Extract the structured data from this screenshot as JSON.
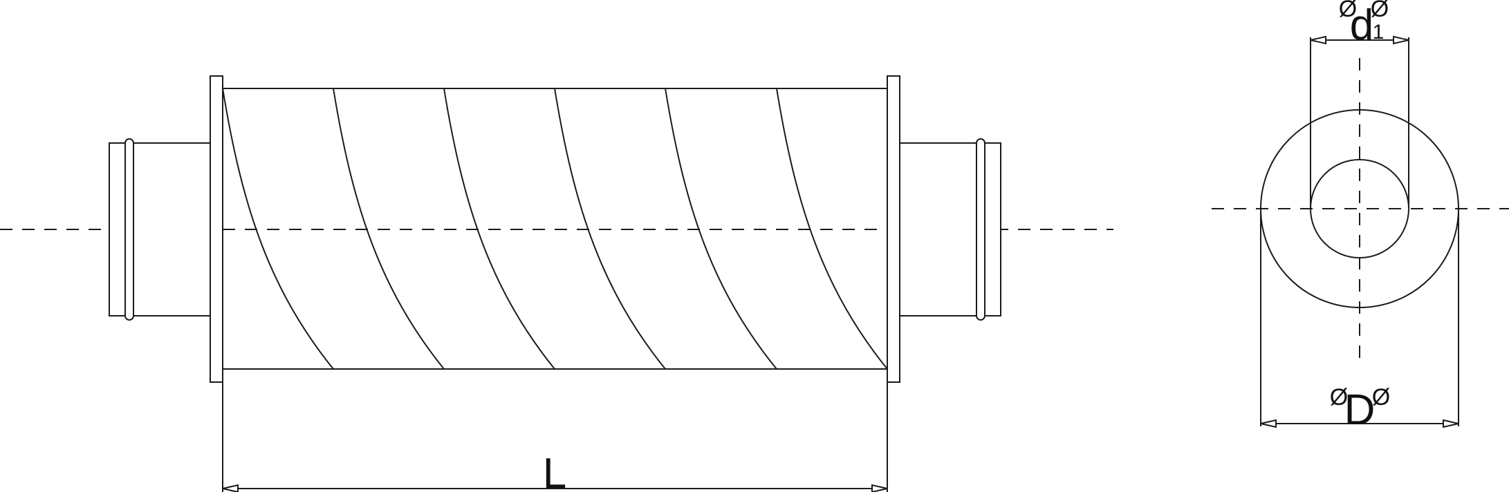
{
  "labels": {
    "length": "L",
    "outer_diameter": "D",
    "inner_diameter": "d",
    "inner_diameter_subscript": "1",
    "diameter_symbol": "Ø"
  }
}
